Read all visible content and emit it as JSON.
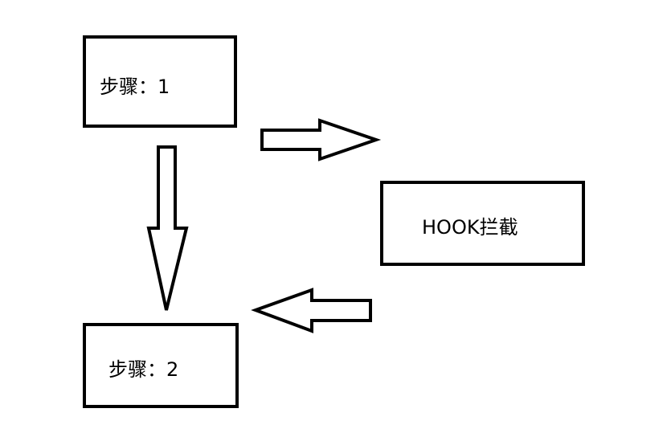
{
  "diagram": {
    "nodes": {
      "step1": {
        "label": "步骤：1"
      },
      "step2": {
        "label": "步骤：2"
      },
      "hook": {
        "label": "HOOK拦截"
      }
    },
    "edges": [
      {
        "from": "step1",
        "to": "step2",
        "direction": "down"
      },
      {
        "from": "step1",
        "to": "hook",
        "direction": "right"
      },
      {
        "from": "hook",
        "to": "step2",
        "direction": "left"
      }
    ],
    "colors": {
      "stroke": "#000000",
      "fill": "#ffffff"
    }
  }
}
